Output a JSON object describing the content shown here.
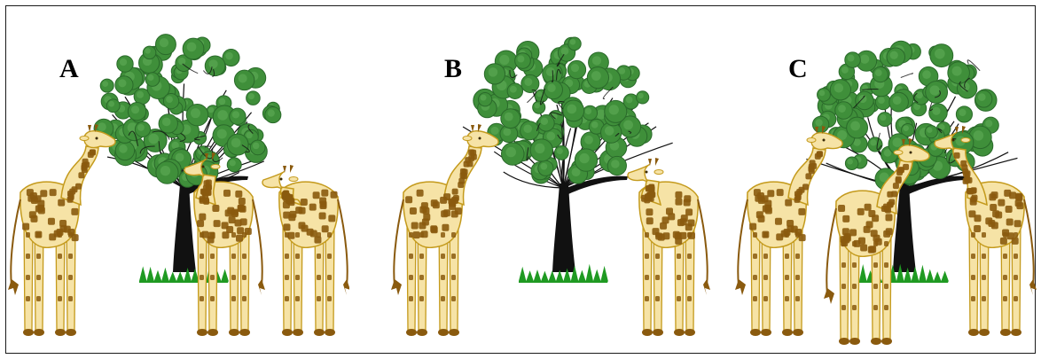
{
  "figure": {
    "panels": [
      {
        "label": "A"
      },
      {
        "label": "B"
      },
      {
        "label": "C"
      }
    ]
  },
  "colors": {
    "foliage": "#3f8f3a",
    "foliage_dark": "#2a6a2a",
    "foliage_light": "#5ba653",
    "trunk": "#111111",
    "grass": "#1f9a22",
    "giraffe_body": "#f6e3a6",
    "giraffe_outline": "#c49a1c",
    "giraffe_spots": "#8a5a0e",
    "frame": "#1a1a1a"
  }
}
